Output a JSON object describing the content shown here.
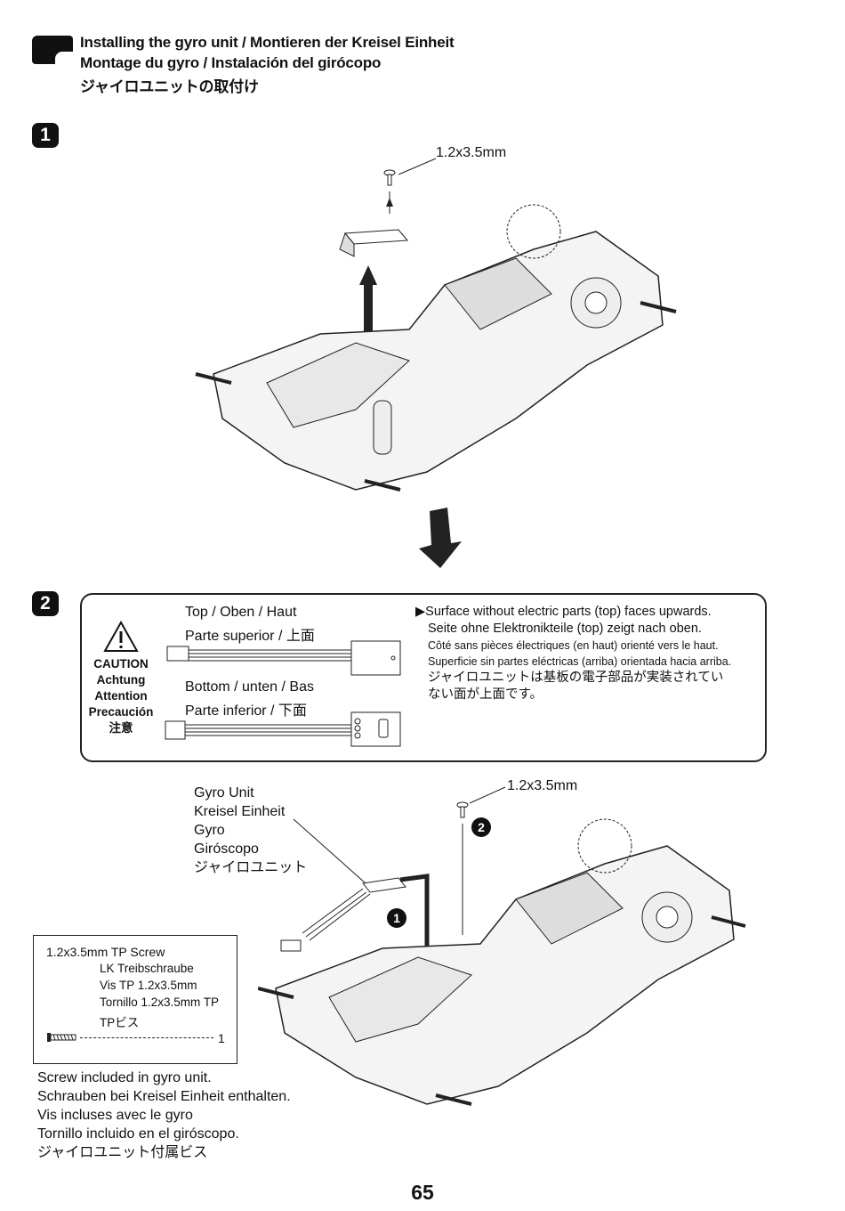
{
  "header": {
    "line1": "Installing the gyro unit  / Montieren der Kreisel Einheit",
    "line2": "Montage du gyro / Instalación del girócopo",
    "line3": "ジャイロユニットの取付け"
  },
  "steps": {
    "step1": "1",
    "step2": "2"
  },
  "step1": {
    "screw_label": "1.2x3.5mm"
  },
  "caution": {
    "labels": [
      "CAUTION",
      "Achtung",
      "Attention",
      "Precaución",
      "注意"
    ],
    "top_line1": "Top  /  Oben  /  Haut",
    "top_line2": "Parte superior / 上面",
    "bottom_line1": "Bottom  /  unten  /  Bas",
    "bottom_line2": "Parte inferior  / 下面",
    "notes": [
      "▶Surface without electric parts (top) faces upwards.",
      "Seite ohne Elektronikteile (top) zeigt nach oben.",
      "Côté sans pièces électriques (en haut) orienté vers le haut.",
      "Superficie sin partes eléctricas (arriba) orientada hacia arriba.",
      "ジャイロユニットは基板の電子部品が実装されてい",
      "ない面が上面です。"
    ]
  },
  "step2": {
    "screw_label": "1.2x3.5mm",
    "gyro_labels": [
      "Gyro Unit",
      "Kreisel Einheit",
      "Gyro",
      "Giróscopo",
      "ジャイロユニット"
    ],
    "callout1": "1",
    "callout2": "2"
  },
  "parts_box": {
    "line1": "1.2x3.5mm TP Screw",
    "line2": "LK Treibschraube",
    "line3": "Vis TP 1.2x3.5mm",
    "line4": "Tornillo 1.2x3.5mm TP",
    "line5": "TPビス",
    "quantity": "1"
  },
  "footnote": [
    "Screw included in gyro unit.",
    "Schrauben bei Kreisel Einheit enthalten.",
    "Vis incluses avec le gyro",
    "Tornillo incluido en el giróscopo.",
    "ジャイロユニット付属ビス"
  ],
  "page_number": "65"
}
